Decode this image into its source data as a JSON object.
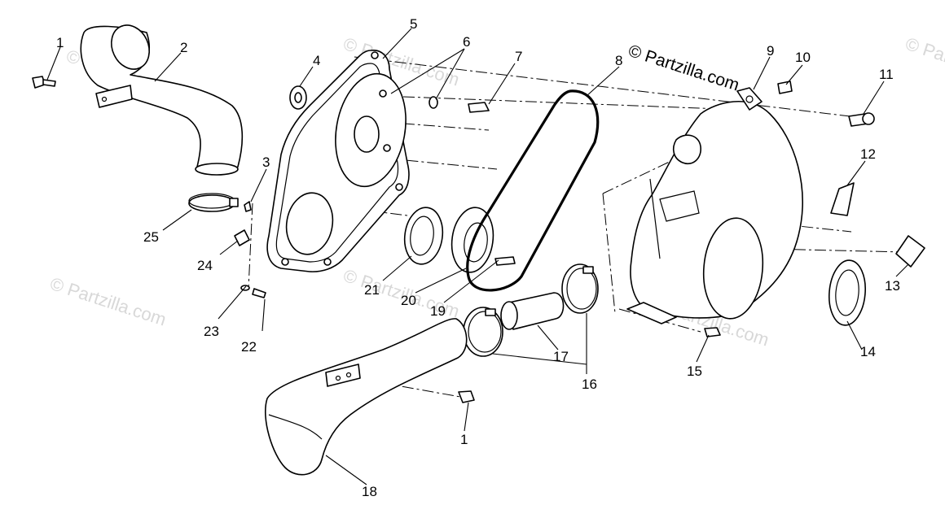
{
  "copyright": "© Partzilla.com",
  "watermark": "© Partzilla.com",
  "callouts": [
    "1",
    "2",
    "3",
    "4",
    "5",
    "6",
    "7",
    "8",
    "9",
    "10",
    "11",
    "12",
    "13",
    "14",
    "15",
    "16",
    "17",
    "18",
    "19",
    "20",
    "21",
    "22",
    "23",
    "24",
    "25",
    "1"
  ]
}
